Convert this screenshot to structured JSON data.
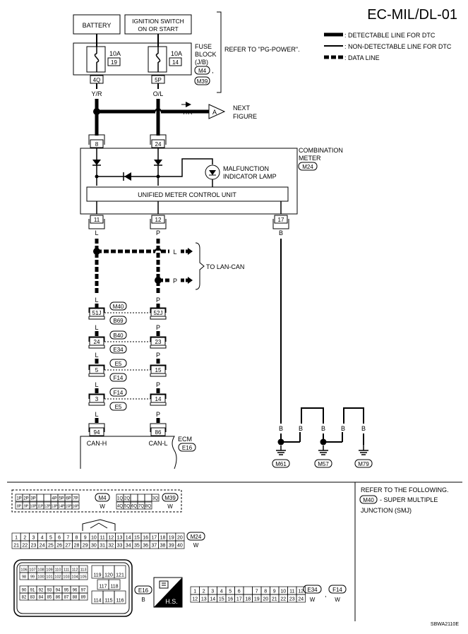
{
  "title": "EC-MIL/DL-01",
  "legend": {
    "detectable": ": DETECTABLE LINE FOR DTC",
    "non_detectable": ": NON-DETECTABLE LINE FOR DTC",
    "data": ": DATA LINE"
  },
  "top": {
    "battery": "BATTERY",
    "ign1": "IGNITION SWITCH",
    "ign2": "ON OR START",
    "fuse_label1": "FUSE",
    "fuse_label2": "BLOCK",
    "fuse_label3": "(J/B)",
    "fuse1_amp": "10A",
    "fuse1_num": "19",
    "fuse2_amp": "10A",
    "fuse2_num": "14",
    "fuse_conn1": "M4",
    "fuse_conn2": "M39",
    "refer": "REFER TO \"PG-POWER\".",
    "term_4q": "4Q",
    "term_5p": "5P",
    "wire_yr": "Y/R",
    "wire_or": "O/L",
    "wire_yr2": "Y/R",
    "next_letter": "A",
    "next1": "NEXT",
    "next2": "FIGURE"
  },
  "meter": {
    "name1": "COMBINATION",
    "name2": "METER",
    "conn": "M24",
    "t8": "8",
    "t24": "24",
    "t11": "11",
    "t12": "12",
    "t17": "17",
    "lamp1": "MALFUNCTION",
    "lamp2": "INDICATOR LAMP",
    "unit": "UNIFIED METER CONTROL UNIT"
  },
  "can": {
    "l": "L",
    "p": "P",
    "b": "B",
    "to_lan": "TO LAN-CAN",
    "j1_left": "51J",
    "j1_right": "52J",
    "j1_top": "M40",
    "j1_bot": "B69",
    "j2_left": "24",
    "j2_right": "23",
    "j2_top": "B40",
    "j2_bot": "E34",
    "j3_left": "5",
    "j3_right": "15",
    "j3_top": "E5",
    "j3_bot": "F14",
    "j4_left": "3",
    "j4_right": "14",
    "j4_top": "F14",
    "j4_bot": "E5"
  },
  "ecm": {
    "name": "ECM",
    "conn": "E16",
    "t94": "94",
    "t86": "86",
    "canh": "CAN-H",
    "canl": "CAN-L"
  },
  "grounds": [
    "M61",
    "M57",
    "M79"
  ],
  "bottom": {
    "refer1": "REFER TO THE FOLLOWING.",
    "refer_conn": "M40",
    "refer2": "- SUPER MULTIPLE",
    "refer3": "JUNCTION (SMJ)",
    "m4_label": "M4",
    "m4_color": "W",
    "m39_label": "M39",
    "m39_color": "W",
    "m24_label": "M24",
    "m24_color": "W",
    "e16_label": "E16",
    "e16_color": "B",
    "hs": "H.S.",
    "e34_label": "E34",
    "e34_color": "W",
    "f14_label": "F14",
    "f14_color": "W",
    "code": "SBWA2110E"
  }
}
